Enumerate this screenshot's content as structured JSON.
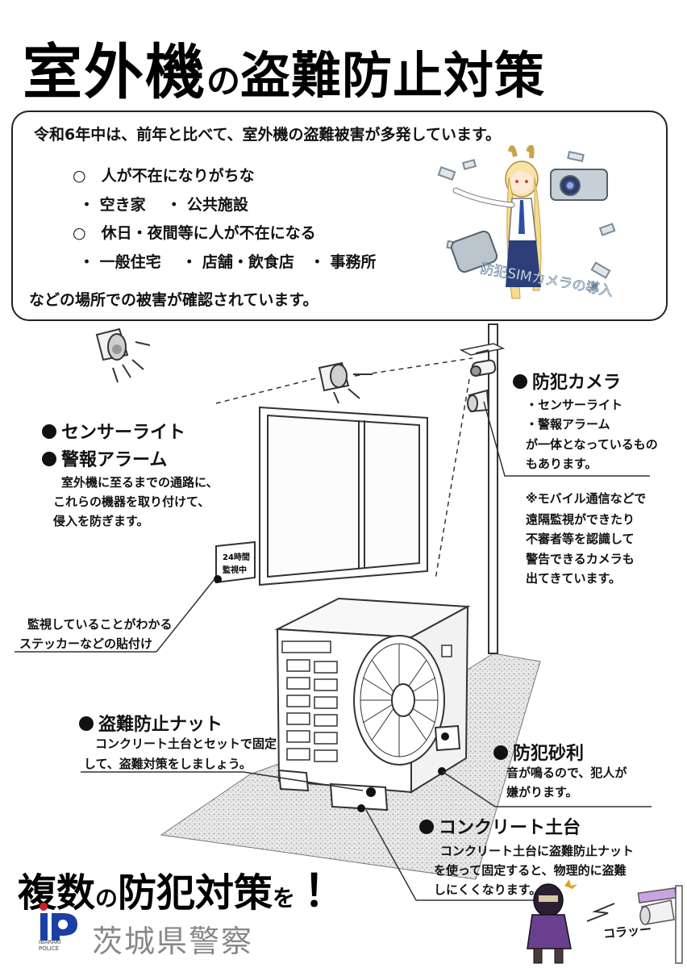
{
  "title": {
    "part1": "室外機",
    "part2": "の",
    "part3": "盗難防止対策"
  },
  "intro": "令和6年中は、前年と比べて、室外機の盗難被害が多発しています。",
  "list": {
    "item1": "○　人が不在になりがちな",
    "item1_sub": "・ 空き家　 ・ 公共施設",
    "item2": "○　休日・夜間等に人が不在になる",
    "item2_sub": "・ 一般住宅　 ・ 店舗・飲食店　・ 事務所"
  },
  "outro": "などの場所での被害が確認されています。",
  "illustration_caption": "防犯SIMカメラの導入",
  "sensor": {
    "head1": "センサーライト",
    "head2": "警報アラーム",
    "line1": "室外機に至るまでの通路に、",
    "line2": "これらの機器を取り付けて、",
    "line3": "侵入を防ぎます。"
  },
  "camera": {
    "head": "防犯カメラ",
    "line1": "・センサーライト",
    "line2": "・警報アラーム",
    "line3": "が一体となっているもの",
    "line4": "もあります。",
    "note1": "※モバイル通信などで",
    "note2": "遠隔監視ができたり",
    "note3": "不審者等を認識して",
    "note4": "警告できるカメラも",
    "note5": "出てきています。"
  },
  "sticker": {
    "line1": "24時間",
    "line2": "監視中"
  },
  "sticker_note": {
    "line1": "監視していることがわかる",
    "line2": "ステッカーなどの貼付け"
  },
  "nut": {
    "head": "盗難防止ナット",
    "line1": "コンクリート土台とセットで固定",
    "line2": "して、盗難対策をしましょう。"
  },
  "gravel": {
    "head": "防犯砂利",
    "line1": "音が鳴るので、犯人が",
    "line2": "嫌がります。"
  },
  "concrete": {
    "head": "コンクリート土台",
    "line1": "コンクリート土台に盗難防止ナット",
    "line2": "を使って固定すると、物理的に盗難",
    "line3": "しにくくなります。"
  },
  "bottom": {
    "part1": "複数",
    "part2": "の",
    "part3": "防犯対策",
    "part4": "を",
    "part5": "！"
  },
  "police": {
    "name": "茨城県警察",
    "sub1": "IBARAKI",
    "sub2": "POLICE"
  },
  "sfx": "コラッー"
}
